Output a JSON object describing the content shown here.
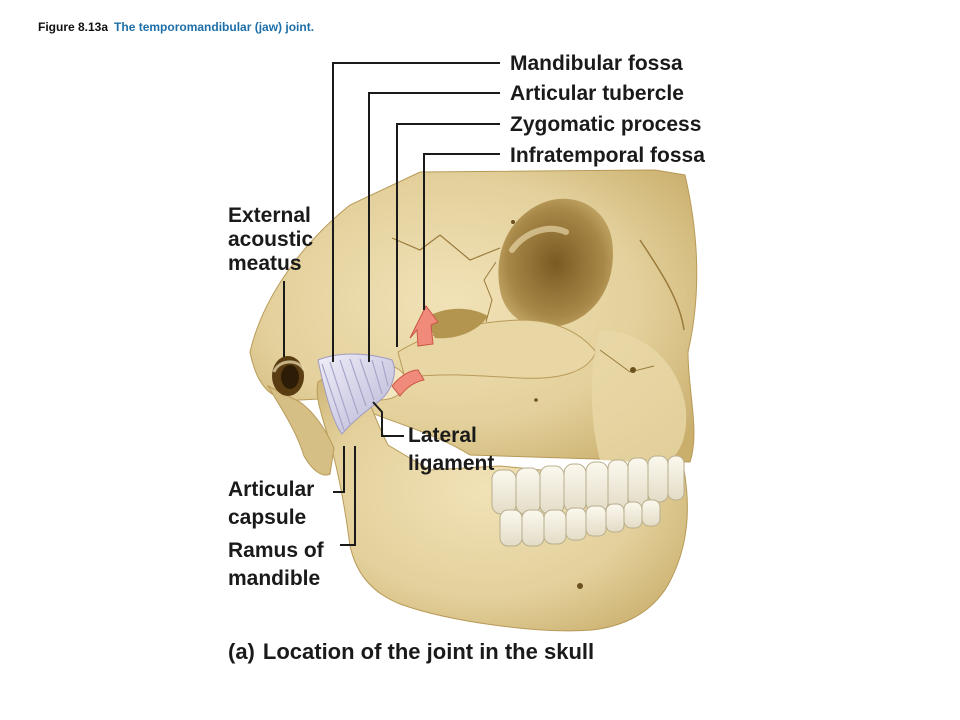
{
  "figure": {
    "number": "Figure 8.13a",
    "title": "The temporomandibular (jaw) joint."
  },
  "labels": {
    "mandibular_fossa": "Mandibular fossa",
    "articular_tubercle": "Articular tubercle",
    "zygomatic_process": "Zygomatic process",
    "infratemporal_fossa": "Infratemporal fossa",
    "external_acoustic_meatus": [
      "External",
      "acoustic",
      "meatus"
    ],
    "lateral_ligament": [
      "Lateral",
      "ligament"
    ],
    "articular_capsule": [
      "Articular",
      "capsule"
    ],
    "ramus_of_mandible": [
      "Ramus of",
      "mandible"
    ]
  },
  "subtitle": {
    "tag": "(a)",
    "text": "Location of the joint in the skull"
  },
  "colors": {
    "bone": "#e3d09b",
    "bone_shadow": "#c9ae6c",
    "bone_dark": "#9a7b3c",
    "ligament": "#d8d6ea",
    "arrow": "#f08a7a",
    "leader_line": "#1a1a1a",
    "caption_title": "#1e6fa8"
  }
}
